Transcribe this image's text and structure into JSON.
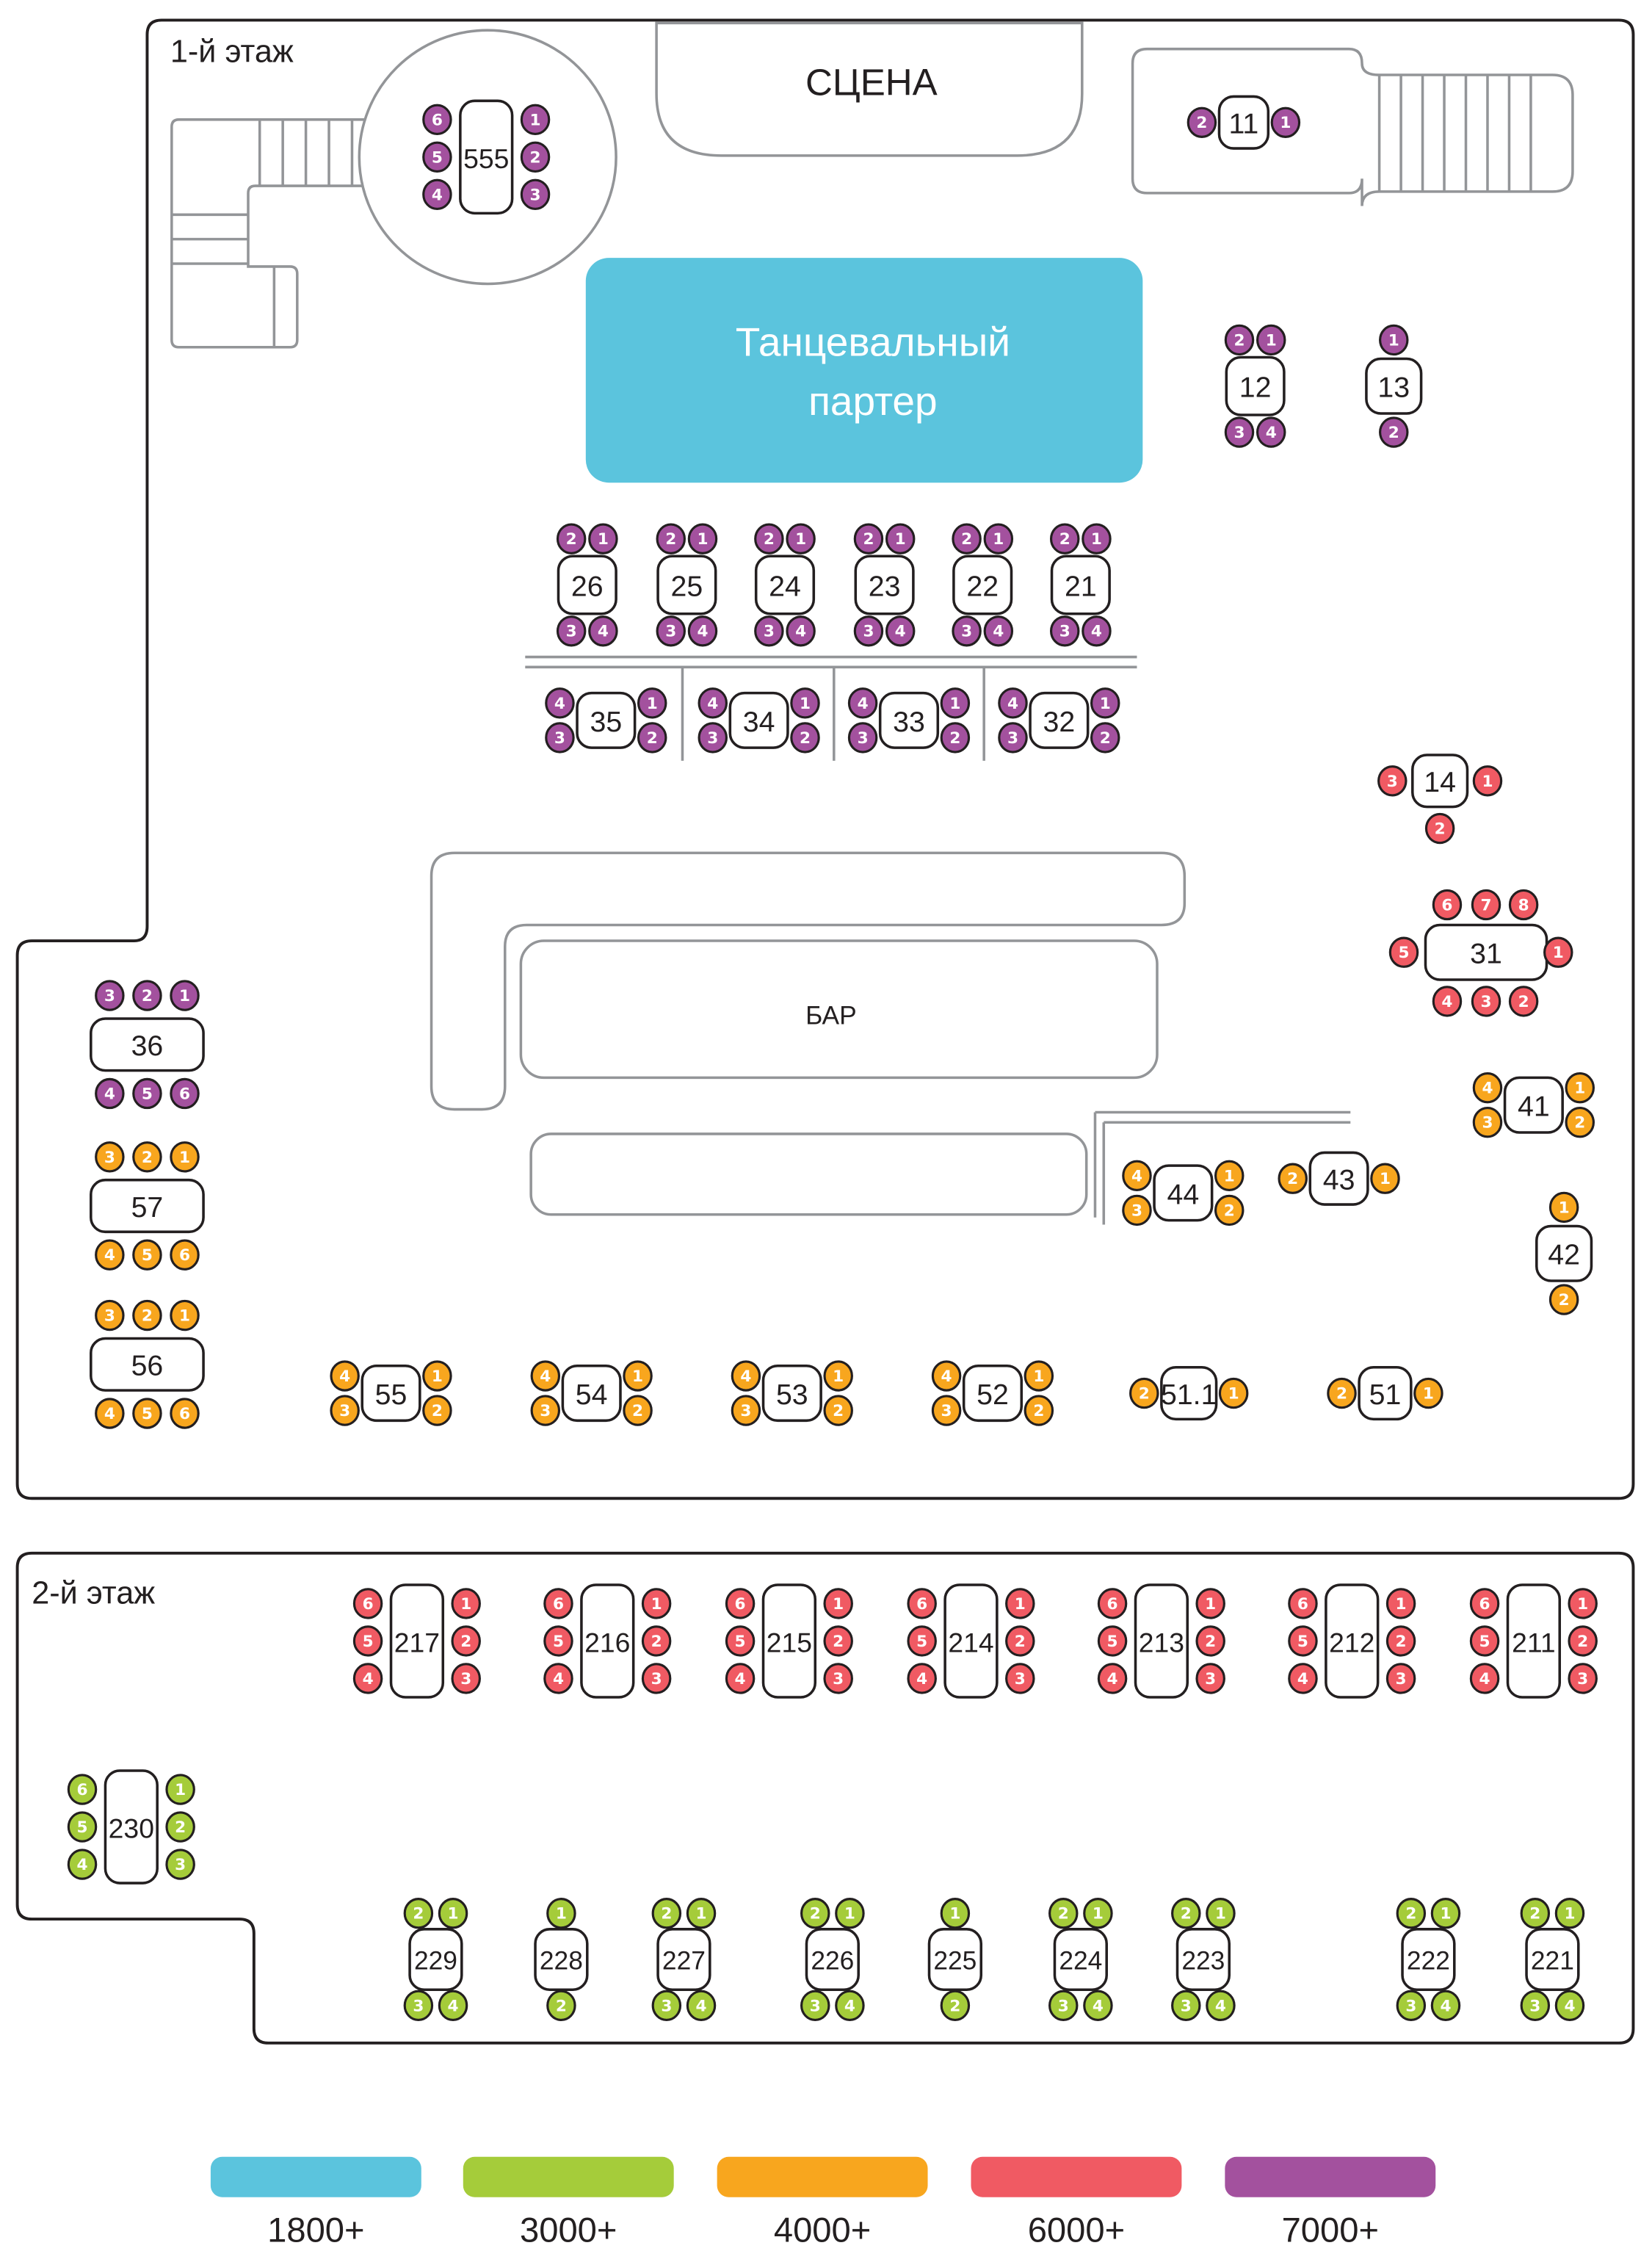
{
  "floors": {
    "floor1_label": "1-й этаж",
    "floor2_label": "2-й этаж"
  },
  "zones": {
    "stage": "СЦЕНА",
    "dance_floor_line1": "Танцевальный",
    "dance_floor_line2": "партер",
    "bar": "БАР"
  },
  "colors": {
    "cyan": "#5bc4dd",
    "green": "#a5cc3a",
    "orange": "#f8a61e",
    "red": "#f05a63",
    "purple": "#a3519e"
  },
  "legend": [
    {
      "label": "1800+",
      "color": "#5bc4dd",
      "tier": "cyan"
    },
    {
      "label": "3000+",
      "color": "#a5cc3a",
      "tier": "green"
    },
    {
      "label": "4000+",
      "color": "#f8a61e",
      "tier": "orange"
    },
    {
      "label": "6000+",
      "color": "#f05a63",
      "tier": "red"
    },
    {
      "label": "7000+",
      "color": "#a3519e",
      "tier": "purple"
    }
  ],
  "tables": [
    {
      "id": "555",
      "tier": "purple",
      "floor": 1,
      "seats": [
        "1",
        "2",
        "3",
        "4",
        "5",
        "6"
      ]
    },
    {
      "id": "11",
      "tier": "purple",
      "floor": 1,
      "seats": [
        "1",
        "2"
      ]
    },
    {
      "id": "12",
      "tier": "purple",
      "floor": 1,
      "seats": [
        "1",
        "2",
        "3",
        "4"
      ]
    },
    {
      "id": "13",
      "tier": "purple",
      "floor": 1,
      "seats": [
        "1",
        "2"
      ]
    },
    {
      "id": "26",
      "tier": "purple",
      "floor": 1,
      "seats": [
        "1",
        "2",
        "3",
        "4"
      ]
    },
    {
      "id": "25",
      "tier": "purple",
      "floor": 1,
      "seats": [
        "1",
        "2",
        "3",
        "4"
      ]
    },
    {
      "id": "24",
      "tier": "purple",
      "floor": 1,
      "seats": [
        "1",
        "2",
        "3",
        "4"
      ]
    },
    {
      "id": "23",
      "tier": "purple",
      "floor": 1,
      "seats": [
        "1",
        "2",
        "3",
        "4"
      ]
    },
    {
      "id": "22",
      "tier": "purple",
      "floor": 1,
      "seats": [
        "1",
        "2",
        "3",
        "4"
      ]
    },
    {
      "id": "21",
      "tier": "purple",
      "floor": 1,
      "seats": [
        "1",
        "2",
        "3",
        "4"
      ]
    },
    {
      "id": "35",
      "tier": "purple",
      "floor": 1,
      "seats": [
        "1",
        "2",
        "3",
        "4"
      ]
    },
    {
      "id": "34",
      "tier": "purple",
      "floor": 1,
      "seats": [
        "1",
        "2",
        "3",
        "4"
      ]
    },
    {
      "id": "33",
      "tier": "purple",
      "floor": 1,
      "seats": [
        "1",
        "2",
        "3",
        "4"
      ]
    },
    {
      "id": "32",
      "tier": "purple",
      "floor": 1,
      "seats": [
        "1",
        "2",
        "3",
        "4"
      ]
    },
    {
      "id": "14",
      "tier": "red",
      "floor": 1,
      "seats": [
        "1",
        "2",
        "3"
      ]
    },
    {
      "id": "31",
      "tier": "red",
      "floor": 1,
      "seats": [
        "1",
        "2",
        "3",
        "4",
        "5",
        "6",
        "7",
        "8"
      ]
    },
    {
      "id": "36",
      "tier": "purple",
      "floor": 1,
      "seats": [
        "1",
        "2",
        "3",
        "4",
        "5",
        "6"
      ]
    },
    {
      "id": "57",
      "tier": "orange",
      "floor": 1,
      "seats": [
        "1",
        "2",
        "3",
        "4",
        "5",
        "6"
      ]
    },
    {
      "id": "56",
      "tier": "orange",
      "floor": 1,
      "seats": [
        "1",
        "2",
        "3",
        "4",
        "5",
        "6"
      ]
    },
    {
      "id": "41",
      "tier": "orange",
      "floor": 1,
      "seats": [
        "1",
        "2",
        "3",
        "4"
      ]
    },
    {
      "id": "42",
      "tier": "orange",
      "floor": 1,
      "seats": [
        "1",
        "2"
      ]
    },
    {
      "id": "43",
      "tier": "orange",
      "floor": 1,
      "seats": [
        "1",
        "2"
      ]
    },
    {
      "id": "44",
      "tier": "orange",
      "floor": 1,
      "seats": [
        "1",
        "2",
        "3",
        "4"
      ]
    },
    {
      "id": "55",
      "tier": "orange",
      "floor": 1,
      "seats": [
        "1",
        "2",
        "3",
        "4"
      ]
    },
    {
      "id": "54",
      "tier": "orange",
      "floor": 1,
      "seats": [
        "1",
        "2",
        "3",
        "4"
      ]
    },
    {
      "id": "53",
      "tier": "orange",
      "floor": 1,
      "seats": [
        "1",
        "2",
        "3",
        "4"
      ]
    },
    {
      "id": "52",
      "tier": "orange",
      "floor": 1,
      "seats": [
        "1",
        "2",
        "3",
        "4"
      ]
    },
    {
      "id": "51.1",
      "tier": "orange",
      "floor": 1,
      "seats": [
        "1",
        "2"
      ]
    },
    {
      "id": "51",
      "tier": "orange",
      "floor": 1,
      "seats": [
        "1",
        "2"
      ]
    },
    {
      "id": "217",
      "tier": "red",
      "floor": 2,
      "seats": [
        "1",
        "2",
        "3",
        "4",
        "5",
        "6"
      ]
    },
    {
      "id": "216",
      "tier": "red",
      "floor": 2,
      "seats": [
        "1",
        "2",
        "3",
        "4",
        "5",
        "6"
      ]
    },
    {
      "id": "215",
      "tier": "red",
      "floor": 2,
      "seats": [
        "1",
        "2",
        "3",
        "4",
        "5",
        "6"
      ]
    },
    {
      "id": "214",
      "tier": "red",
      "floor": 2,
      "seats": [
        "1",
        "2",
        "3",
        "4",
        "5",
        "6"
      ]
    },
    {
      "id": "213",
      "tier": "red",
      "floor": 2,
      "seats": [
        "1",
        "2",
        "3",
        "4",
        "5",
        "6"
      ]
    },
    {
      "id": "212",
      "tier": "red",
      "floor": 2,
      "seats": [
        "1",
        "2",
        "3",
        "4",
        "5",
        "6"
      ]
    },
    {
      "id": "211",
      "tier": "red",
      "floor": 2,
      "seats": [
        "1",
        "2",
        "3",
        "4",
        "5",
        "6"
      ]
    },
    {
      "id": "230",
      "tier": "green",
      "floor": 2,
      "seats": [
        "1",
        "2",
        "3",
        "4",
        "5",
        "6"
      ]
    },
    {
      "id": "229",
      "tier": "green",
      "floor": 2,
      "seats": [
        "1",
        "2",
        "3",
        "4"
      ]
    },
    {
      "id": "228",
      "tier": "green",
      "floor": 2,
      "seats": [
        "1",
        "2"
      ]
    },
    {
      "id": "227",
      "tier": "green",
      "floor": 2,
      "seats": [
        "1",
        "2",
        "3",
        "4"
      ]
    },
    {
      "id": "226",
      "tier": "green",
      "floor": 2,
      "seats": [
        "1",
        "2",
        "3",
        "4"
      ]
    },
    {
      "id": "225",
      "tier": "green",
      "floor": 2,
      "seats": [
        "1",
        "2"
      ]
    },
    {
      "id": "224",
      "tier": "green",
      "floor": 2,
      "seats": [
        "1",
        "2",
        "3",
        "4"
      ]
    },
    {
      "id": "223",
      "tier": "green",
      "floor": 2,
      "seats": [
        "1",
        "2",
        "3",
        "4"
      ]
    },
    {
      "id": "222",
      "tier": "green",
      "floor": 2,
      "seats": [
        "1",
        "2",
        "3",
        "4"
      ]
    },
    {
      "id": "221",
      "tier": "green",
      "floor": 2,
      "seats": [
        "1",
        "2",
        "3",
        "4"
      ]
    }
  ]
}
